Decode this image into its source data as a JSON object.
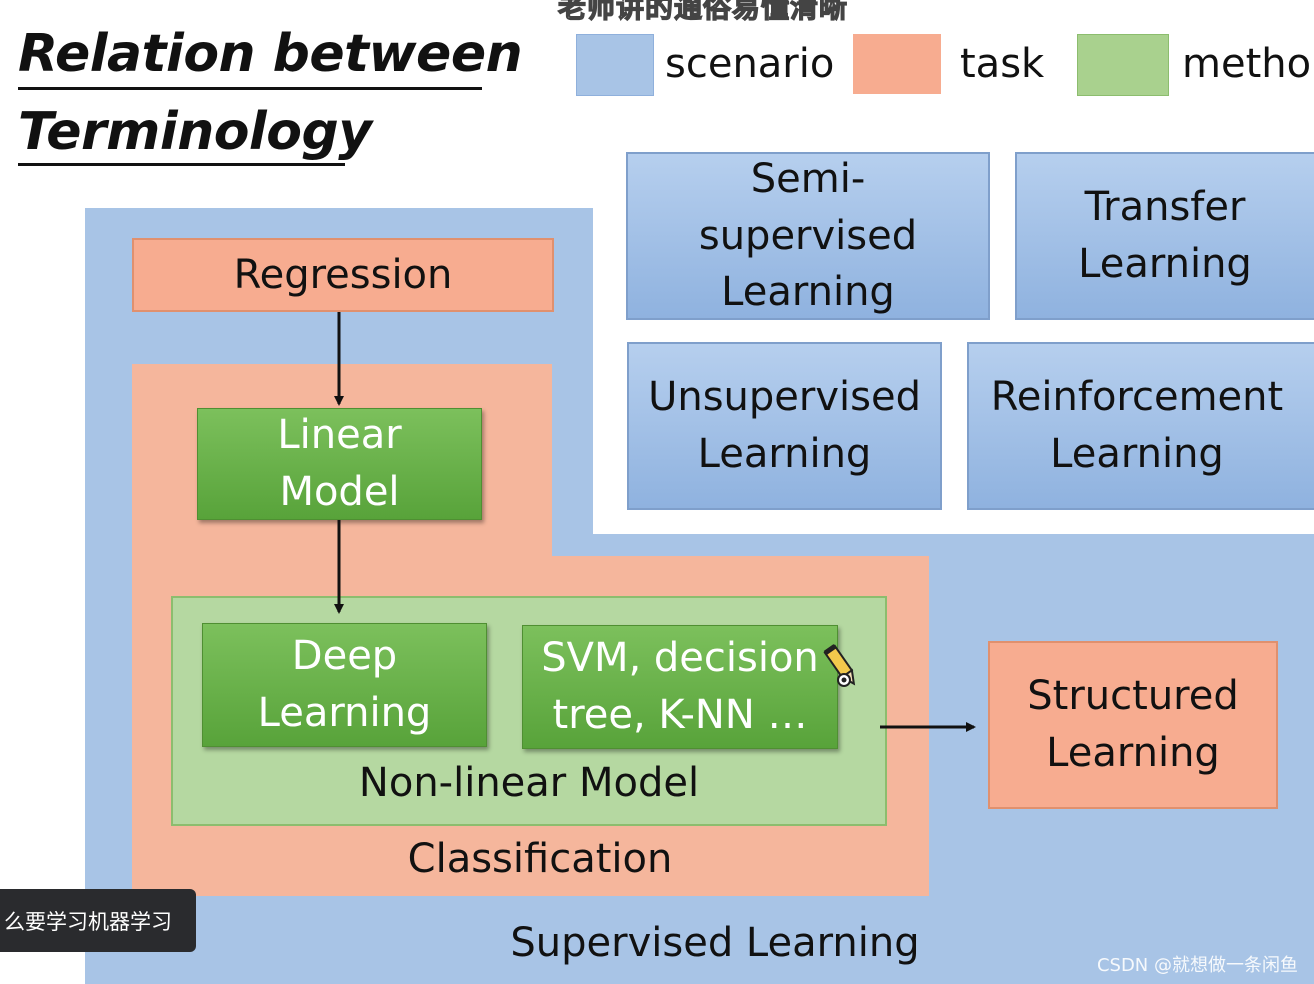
{
  "title": {
    "line1": "Relation between",
    "line2": "Terminology"
  },
  "caption": "老师讲的通俗易懂清晰",
  "legend": [
    {
      "label": "scenario",
      "color": "#a8c4e6"
    },
    {
      "label": "task",
      "color": "#f7ac90"
    },
    {
      "label": "metho",
      "color": "#a9d18e"
    }
  ],
  "scenarios": {
    "semi_supervised": "Semi-supervised Learning",
    "transfer": "Transfer Learning",
    "unsupervised": "Unsupervised Learning",
    "reinforcement": "Reinforcement Learning",
    "supervised": "Supervised Learning"
  },
  "tasks": {
    "regression": "Regression",
    "classification": "Classification",
    "structured": "Structured Learning"
  },
  "methods": {
    "linear_model": "Linear Model",
    "deep_learning": "Deep Learning",
    "svm": "SVM, decision tree, K-NN …",
    "nonlinear_model": "Non-linear Model"
  },
  "overlay": {
    "toast": "么要学习机器学习",
    "watermark": "CSDN @就想做一条闲鱼"
  }
}
